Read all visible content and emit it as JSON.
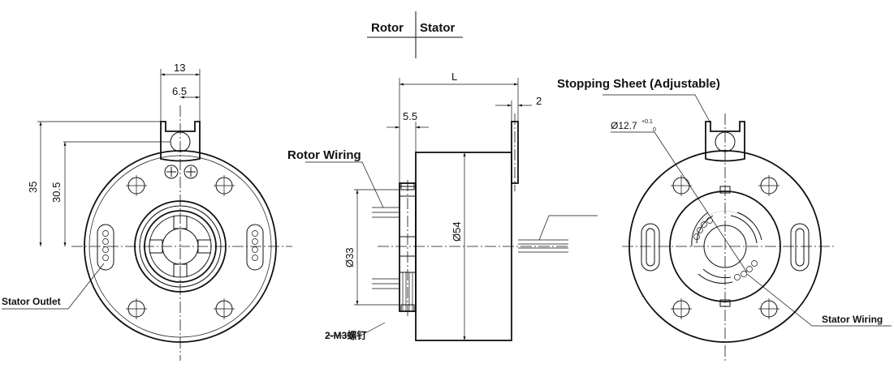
{
  "legend": {
    "rotor": "Rotor",
    "stator": "Stator"
  },
  "front": {
    "dim_13": "13",
    "dim_6_5": "6.5",
    "dim_35": "35",
    "dim_30_5": "30.5",
    "stator_outlet": "Stator Outlet"
  },
  "side": {
    "rotor_wiring": "Rotor Wiring",
    "dim_l": "L",
    "dim_5_5": "5.5",
    "dim_2": "2",
    "dim_d33": "Ø33",
    "dim_d54": "Ø54",
    "screw_label": "2-M3螺钉"
  },
  "rear": {
    "stopping_sheet": "Stopping Sheet (Adjustable)",
    "dim_d12_7": "Ø12.7",
    "tol_upper": "+0.1",
    "tol_lower": "0",
    "stator_wiring": "Stator Wiring"
  }
}
